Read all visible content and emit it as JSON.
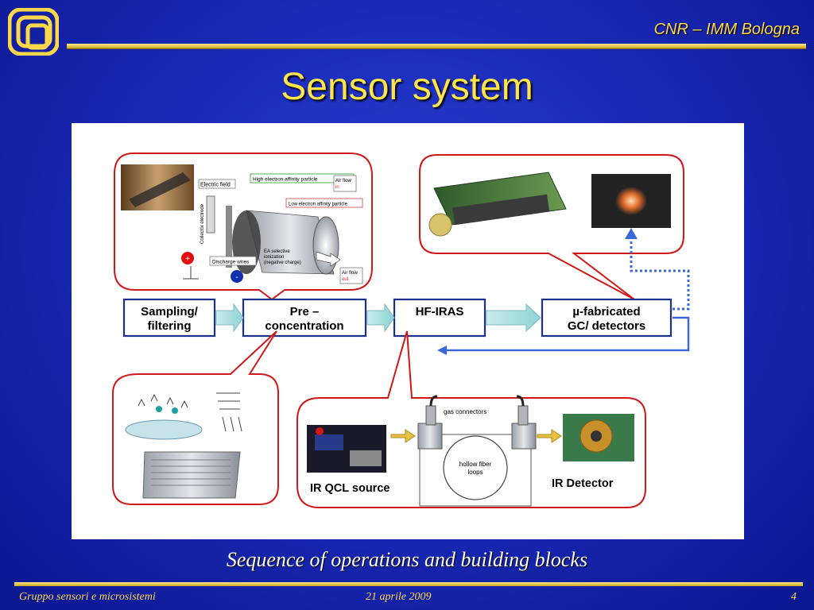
{
  "header": {
    "org": "CNR – IMM Bologna",
    "logo_icon": "cnr-logo-icon"
  },
  "slide": {
    "title": "Sensor system",
    "caption": "Sequence of operations and building blocks"
  },
  "footer": {
    "group": "Gruppo sensori e microsistemi",
    "date": "21 aprile 2009",
    "page": "4"
  },
  "colors": {
    "accent": "#ffd84a",
    "background": "#1a2bb8",
    "box_border": "#1c2f8a",
    "bubble_border": "#d01818"
  },
  "diagram": {
    "blocks": {
      "sampling": [
        "Sampling/",
        "filtering"
      ],
      "pre": [
        "Pre –",
        "concentration"
      ],
      "hfiras": "HF-IRAS",
      "gc": [
        "µ-fabricated",
        "GC/ detectors"
      ]
    },
    "ionizer": {
      "electric_field": "Electric field",
      "collector": "Collector electrode",
      "high_affinity": "High electron affinity particle",
      "low_affinity": "Low electron affinity particle",
      "air_flow_in": [
        "Air flow",
        "in"
      ],
      "air_flow_out": [
        "Air flow",
        "out"
      ],
      "discharge": "Discharge wires",
      "ea": [
        "EA selective",
        "ionization",
        "(negative charge)"
      ],
      "plus": "+",
      "minus": "-"
    },
    "ir": {
      "gas_connectors": "gas connectors",
      "hollow": [
        "hollow fiber",
        "loops"
      ],
      "source": "IR QCL source",
      "detector": "IR Detector"
    }
  }
}
